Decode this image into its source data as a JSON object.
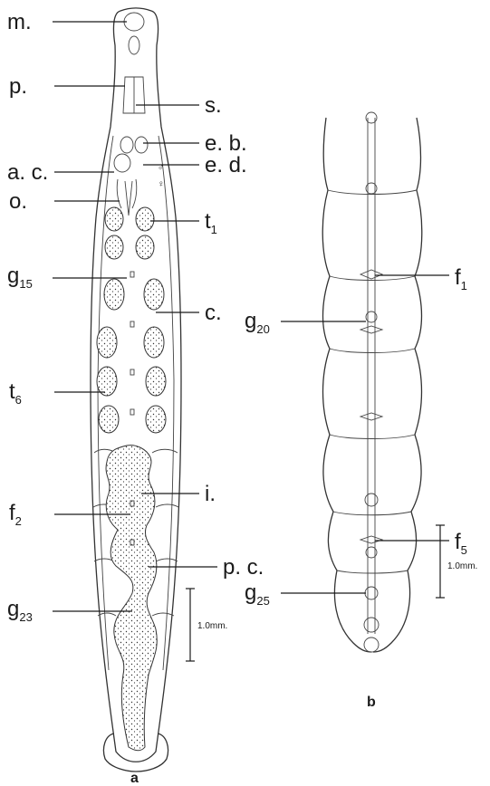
{
  "colors": {
    "ink": "#1a1a1a",
    "paper": "#ffffff"
  },
  "panel_a": {
    "caption": "a",
    "labels": {
      "m": "m.",
      "p": "p.",
      "s": "s.",
      "eb": "e. b.",
      "ac": "a. c.",
      "ed": "e. d.",
      "o": "o.",
      "t1_base": "t",
      "t1_sub": "1",
      "g15_base": "g",
      "g15_sub": "15",
      "c": "c.",
      "t6_base": "t",
      "t6_sub": "6",
      "i": "i.",
      "f2_base": "f",
      "f2_sub": "2",
      "pc": "p. c.",
      "g23_base": "g",
      "g23_sub": "23",
      "male_symbol": "♂",
      "female_symbol": "♀"
    },
    "scale_label": "1.0mm."
  },
  "panel_b": {
    "caption": "b",
    "labels": {
      "f1_base": "f",
      "f1_sub": "1",
      "g20_base": "g",
      "g20_sub": "20",
      "f5_base": "f",
      "f5_sub": "5",
      "g25_base": "g",
      "g25_sub": "25"
    },
    "scale_label": "1.0mm."
  }
}
